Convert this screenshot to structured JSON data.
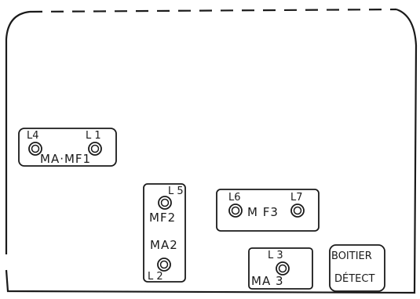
{
  "colors": {
    "line": "#1a1a1a",
    "background": "#ffffff"
  },
  "modules": {
    "mamf1": {
      "name": "MA·MF1",
      "coil_left": "L4",
      "coil_right": "L 1"
    },
    "mf2_ma2": {
      "top_coil": "L 5",
      "name_top": "MF2",
      "name_bottom": "MA2",
      "bottom_coil": "L 2"
    },
    "mf3": {
      "coil_left": "L6",
      "name": "M F3",
      "coil_right": "L7"
    },
    "ma3": {
      "coil": "L 3",
      "name": "MA 3"
    },
    "boitier": {
      "line1": "BOITIER",
      "line2": "DÉTECT"
    }
  }
}
